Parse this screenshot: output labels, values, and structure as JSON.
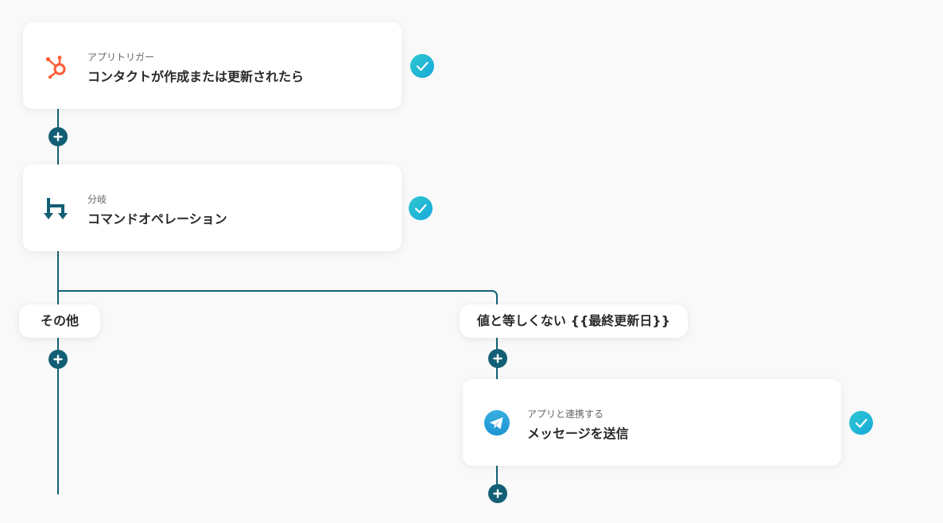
{
  "steps": [
    {
      "subtitle": "アプリトリガー",
      "title": "コンタクトが作成または更新されたら",
      "icon": "hubspot-icon",
      "icon_color": "#ff5c35"
    },
    {
      "subtitle": "分岐",
      "title": "コマンドオペレーション",
      "icon": "branch-icon",
      "icon_color": "#125f75"
    },
    {
      "subtitle": "アプリと連携する",
      "title": "メッセージを送信",
      "icon": "telegram-icon",
      "icon_color": "#2aa3df"
    }
  ],
  "branches": {
    "other_label": "その他",
    "condition_label": "値と等しくない {{最終更新日}}"
  },
  "colors": {
    "connector": "#125f75",
    "check": "#24bfd6",
    "background": "#f9f9f9"
  }
}
